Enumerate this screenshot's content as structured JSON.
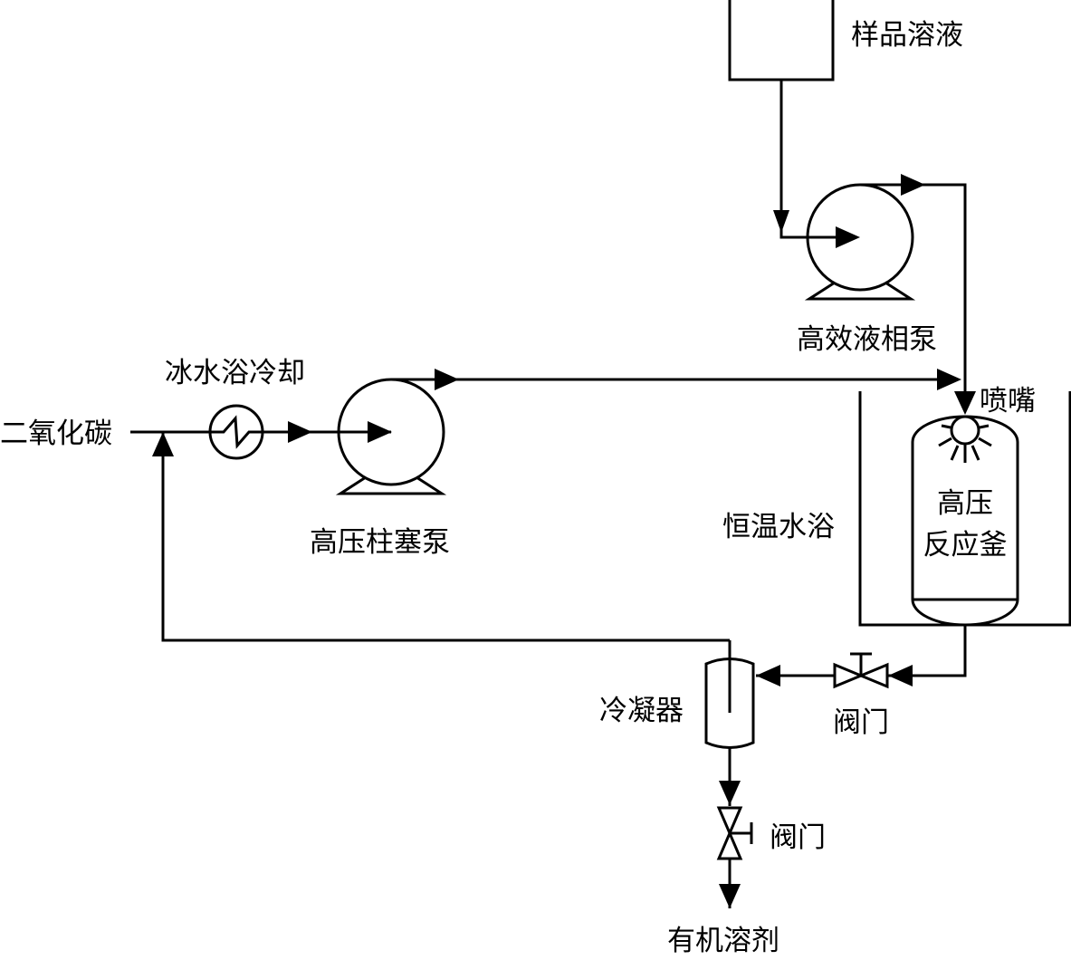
{
  "labels": {
    "sample_solution": "样品溶液",
    "hplc_pump": "高效液相泵",
    "ice_bath_cooling": "冰水浴冷却",
    "co2": "二氧化碳",
    "plunger_pump": "高压柱塞泵",
    "nozzle": "喷嘴",
    "thermostat_bath": "恒温水浴",
    "reactor_line1": "高压",
    "reactor_line2": "反应釜",
    "valve_upper": "阀门",
    "condenser": "冷凝器",
    "valve_lower": "阀门",
    "organic_solvent": "有机溶剂"
  }
}
